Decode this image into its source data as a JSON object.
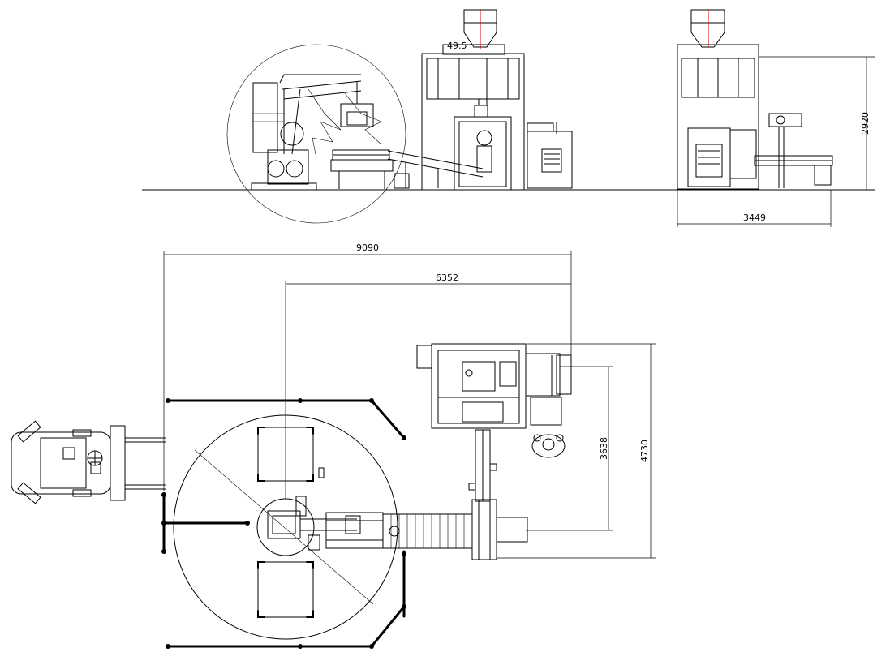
{
  "dimensions": {
    "side_small": "49.5",
    "side_height": "2920",
    "side_width": "3449",
    "plan_total_width": "9090",
    "plan_partial_width": "6352",
    "plan_depth_inner": "3638",
    "plan_depth_total": "4730"
  },
  "colors": {
    "line": "#000000",
    "center_line": "#d40000",
    "background": "#ffffff"
  }
}
